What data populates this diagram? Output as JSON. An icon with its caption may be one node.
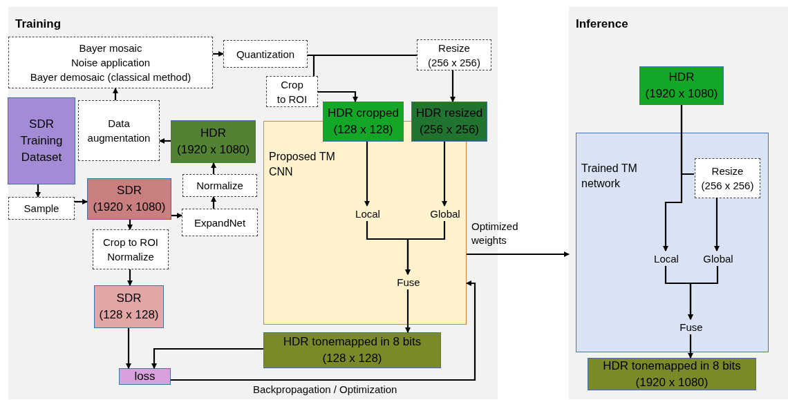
{
  "diagram": {
    "nodes": [
      {
        "text": [
          "Training"
        ]
      },
      {
        "text": [
          "Bayer mosaic",
          "Noise application",
          "Bayer demosaic (classical method)"
        ],
        "in": 0
      },
      {
        "text": [
          "Quantization"
        ],
        "in": 0
      },
      {
        "text": [
          "Crop to ROI"
        ],
        "in": 0
      },
      {
        "text": [
          "Resize",
          "(256 x 256)"
        ],
        "in": 0
      },
      {
        "text": [
          "SDR Training Dataset"
        ],
        "in": 0
      },
      {
        "text": [
          "Data augmentation"
        ],
        "in": 0
      },
      {
        "text": [
          "HDR",
          "(1920 x 1080)"
        ],
        "in": 0
      },
      {
        "text": [
          "Proposed TM CNN"
        ],
        "in": 0
      },
      {
        "text": [
          "HDR cropped",
          "(128 x 128)"
        ],
        "in": 0
      },
      {
        "text": [
          "HDR resized",
          "(256 x 256)"
        ],
        "in": 0
      },
      {
        "text": [
          "Local"
        ],
        "in": 8
      },
      {
        "text": [
          "Global"
        ],
        "in": 8
      },
      {
        "text": [
          "Fuse"
        ],
        "in": 8
      },
      {
        "text": [
          "Normalize"
        ],
        "in": 0
      },
      {
        "text": [
          "Sample"
        ],
        "in": 0
      },
      {
        "text": [
          "SDR",
          "(1920 x 1080)"
        ],
        "in": 0
      },
      {
        "text": [
          "ExpandNet"
        ],
        "in": 0
      },
      {
        "text": [
          "Crop to ROI",
          "Normalize"
        ],
        "in": 0
      },
      {
        "text": [
          "SDR",
          "(128 x 128)"
        ],
        "in": 0
      },
      {
        "text": [
          "HDR tonemapped in 8 bits",
          "(128 x 128)"
        ],
        "in": 0
      },
      {
        "text": [
          "loss"
        ],
        "in": 0
      },
      {
        "text": [
          "Inference"
        ]
      },
      {
        "text": [
          "HDR",
          "(1920 x 1080)"
        ],
        "in": 22
      },
      {
        "text": [
          "Trained TM network"
        ],
        "in": 22
      },
      {
        "text": [
          "Resize",
          "(256 x 256)"
        ],
        "in": 24
      },
      {
        "text": [
          "Local"
        ],
        "in": 24
      },
      {
        "text": [
          "Global"
        ],
        "in": 24
      },
      {
        "text": [
          "Fuse"
        ],
        "in": 24
      },
      {
        "text": [
          "HDR tonemapped in 8 bits",
          "(1920 x 1080)"
        ],
        "in": 22
      }
    ],
    "edges": [
      {
        "from": 1,
        "to": 2,
        "arrow": "to"
      },
      {
        "from": 2,
        "to": 4,
        "arrow": "none"
      },
      {
        "from": 2,
        "to": 3,
        "arrow": "none"
      },
      {
        "from": 3,
        "to": 9,
        "arrow": "to"
      },
      {
        "from": 4,
        "to": 10,
        "arrow": "to"
      },
      {
        "from": 6,
        "to": 1,
        "arrow": "to"
      },
      {
        "from": 7,
        "to": 6,
        "arrow": "to"
      },
      {
        "from": 14,
        "to": 7,
        "arrow": "to"
      },
      {
        "from": 17,
        "to": 14,
        "arrow": "to"
      },
      {
        "from": 16,
        "to": 17,
        "arrow": "to"
      },
      {
        "from": 5,
        "to": 15,
        "arrow": "to"
      },
      {
        "from": 15,
        "to": 16,
        "arrow": "to"
      },
      {
        "from": 16,
        "to": 18,
        "arrow": "to"
      },
      {
        "from": 18,
        "to": 19,
        "arrow": "to"
      },
      {
        "from": 19,
        "to": 21,
        "arrow": "to"
      },
      {
        "from": 20,
        "to": 21,
        "arrow": "to"
      },
      {
        "from": 9,
        "to": 11,
        "arrow": "to"
      },
      {
        "from": 10,
        "to": 12,
        "arrow": "to"
      },
      {
        "from": 11,
        "to": 13,
        "arrow": "to"
      },
      {
        "from": 12,
        "to": 13,
        "arrow": "to"
      },
      {
        "from": 13,
        "to": 20,
        "arrow": "to"
      },
      {
        "from": 21,
        "to": 8,
        "arrow": "to",
        "label": "Backpropagation / Optimization"
      },
      {
        "from": 8,
        "to": 22,
        "arrow": "to",
        "label": "Optimized weights"
      },
      {
        "from": 23,
        "to": 26,
        "arrow": "to"
      },
      {
        "from": 23,
        "to": 25,
        "arrow": "none"
      },
      {
        "from": 25,
        "to": 27,
        "arrow": "to"
      },
      {
        "from": 26,
        "to": 28,
        "arrow": "to"
      },
      {
        "from": 27,
        "to": 28,
        "arrow": "to"
      },
      {
        "from": 28,
        "to": 29,
        "arrow": "to"
      }
    ]
  }
}
